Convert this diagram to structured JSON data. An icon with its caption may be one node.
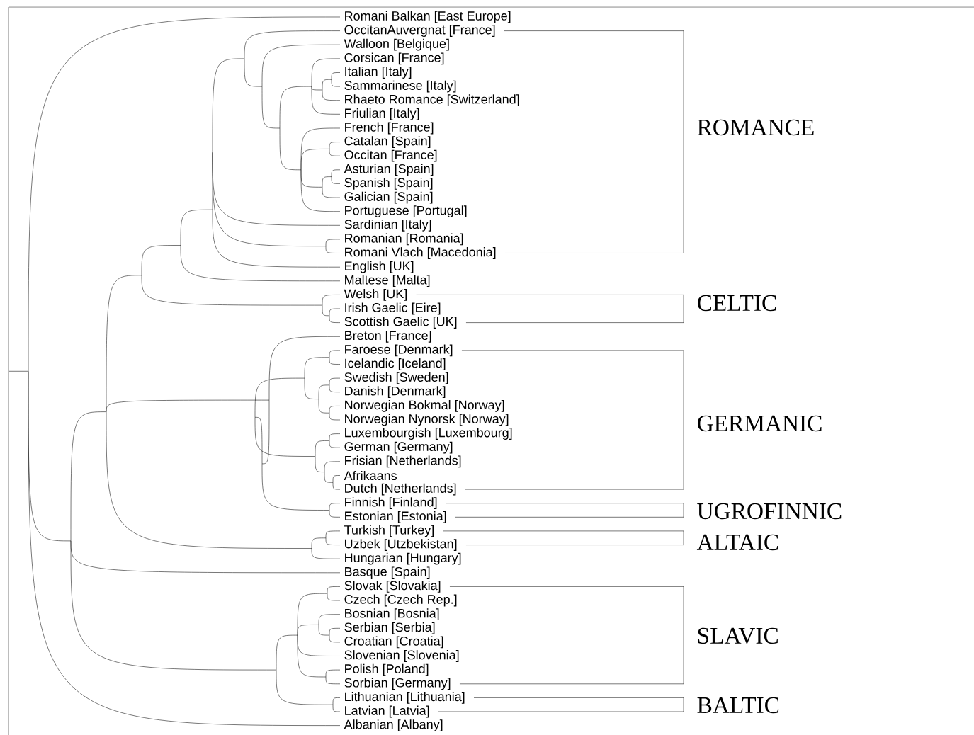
{
  "diagram": {
    "labels": [
      "Romani Balkan [East Europe]",
      "OccitanAuvergnat [France]",
      "Walloon [Belgique]",
      "Corsican [France]",
      "Italian [Italy]",
      "Sammarinese [Italy]",
      "Rhaeto Romance [Switzerland]",
      "Friulian [Italy]",
      "French [France]",
      "Catalan [Spain]",
      "Occitan [France]",
      "Asturian [Spain]",
      "Spanish [Spain]",
      "Galician [Spain]",
      "Portuguese [Portugal]",
      "Sardinian [Italy]",
      "Romanian [Romania]",
      "Romani Vlach [Macedonia]",
      "English [UK]",
      "Maltese [Malta]",
      "Welsh [UK]",
      "Irish Gaelic [Eire]",
      "Scottish Gaelic [UK]",
      "Breton [France]",
      "Faroese [Denmark]",
      "Icelandic [Iceland]",
      "Swedish [Sweden]",
      "Danish [Denmark]",
      "Norwegian Bokmal [Norway]",
      "Norwegian Nynorsk [Norway]",
      "Luxembourgish [Luxembourg]",
      "German [Germany]",
      "Frisian [Netherlands]",
      "Afrikaans",
      "Dutch [Netherlands]",
      "Finnish [Finland]",
      "Estonian [Estonia]",
      "Turkish [Turkey]",
      "Uzbek [Utzbekistan]",
      "Hungarian [Hungary]",
      "Basque [Spain]",
      "Slovak [Slovakia]",
      "Czech [Czech Rep.]",
      "Bosnian [Bosnia]",
      "Serbian [Serbia]",
      "Croatian [Croatia]",
      "Slovenian [Slovenia]",
      "Polish [Poland]",
      "Sorbian [Germany]",
      "Lithuanian [Lithuania]",
      "Latvian [Latvia]",
      "Albanian [Albany]",
      "ROMANCE",
      "CELTIC",
      "GERMANIC",
      "UGROFINNIC",
      "ALTAIC",
      "SLAVIC",
      "BALTIC"
    ]
  }
}
